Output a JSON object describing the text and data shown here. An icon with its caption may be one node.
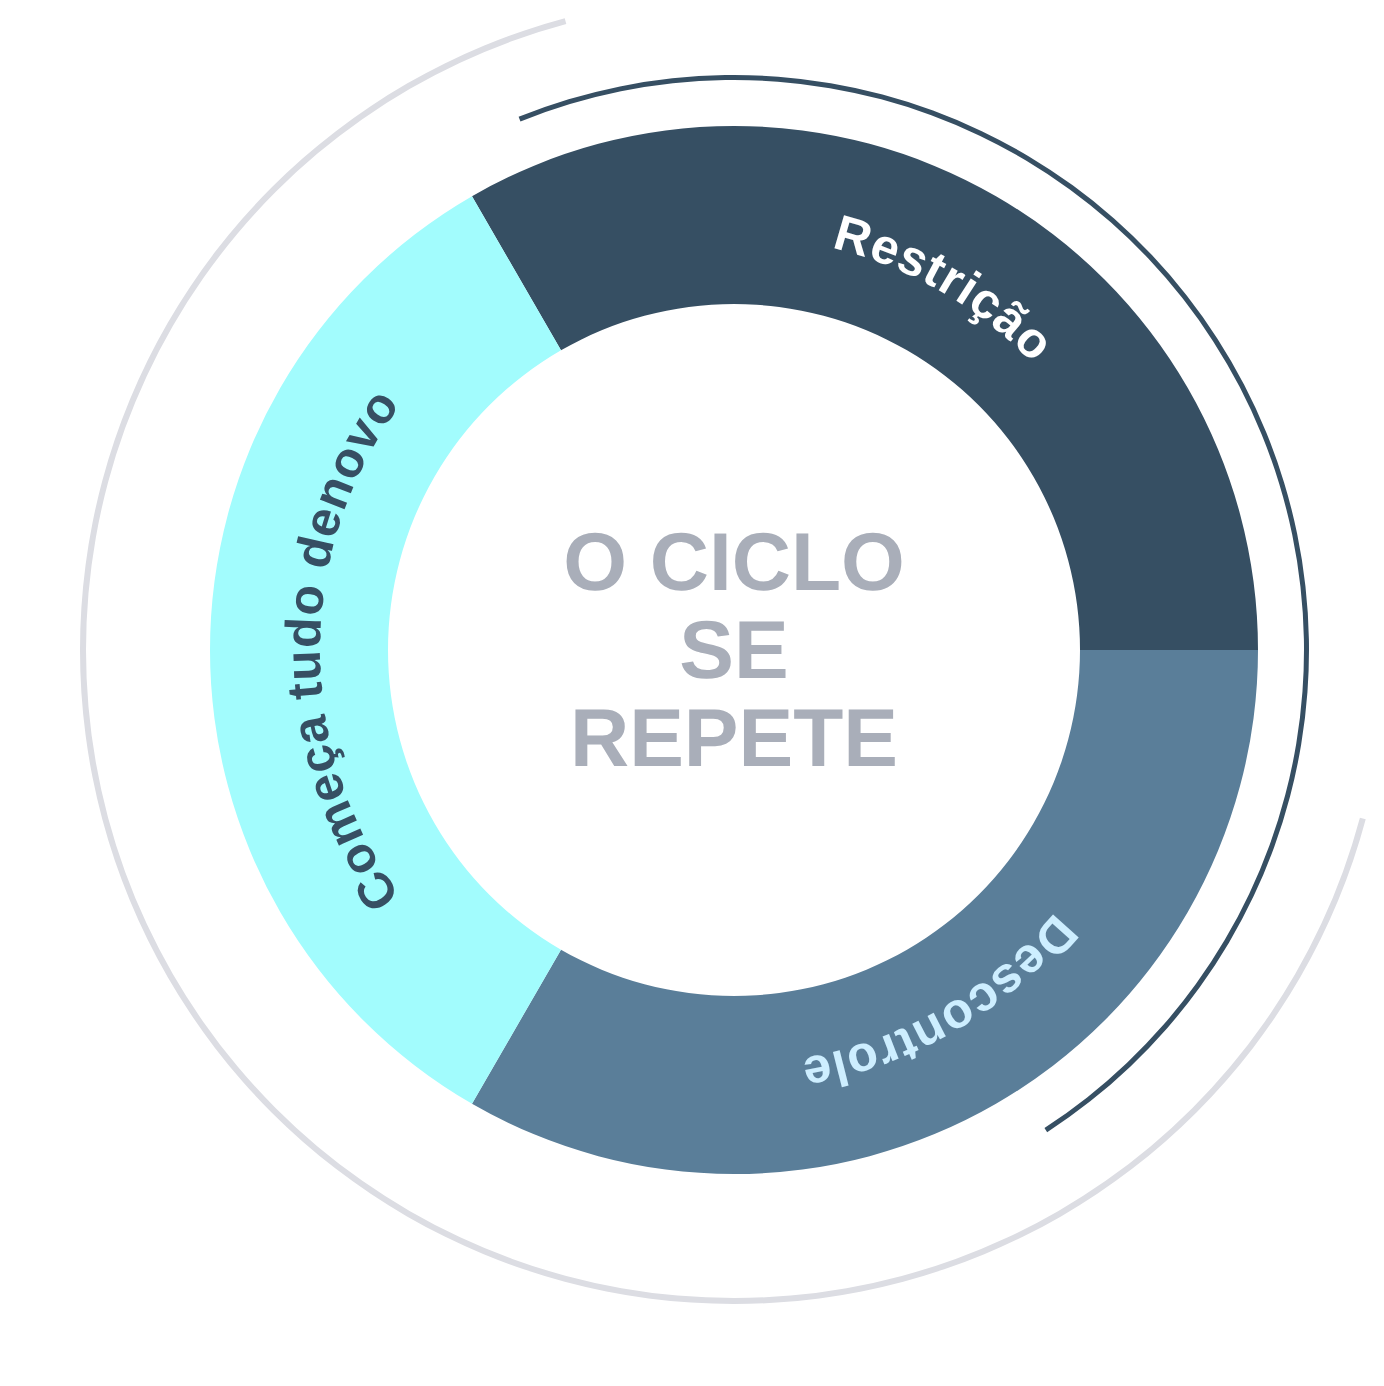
{
  "diagram": {
    "nodes": [
      {
        "text": [
          "Restrição"
        ]
      },
      {
        "text": [
          "Descontrole"
        ]
      },
      {
        "text": [
          "Começa tudo denovo"
        ]
      }
    ],
    "labels": [
      "O CICLO SE REPETE"
    ]
  }
}
